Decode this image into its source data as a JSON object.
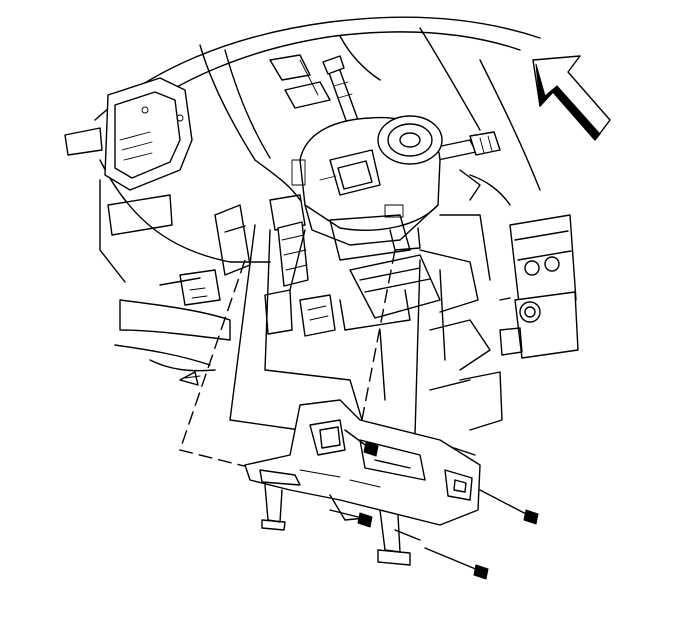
{
  "diagram": {
    "style": "black-and-white technical line illustration",
    "colors": {
      "line": "#000000",
      "background": "#ffffff"
    },
    "components": [
      {
        "id": "instrument-panel-carrier"
      },
      {
        "id": "steering-column-housing"
      },
      {
        "id": "turn-signal-lever-stalk"
      },
      {
        "id": "wiper-lever-stalk"
      },
      {
        "id": "left-side-vent-bezel"
      },
      {
        "id": "center-radio-hvac-stack"
      },
      {
        "id": "knee-bolster-bracket"
      },
      {
        "id": "mounting-bolt-1"
      },
      {
        "id": "mounting-bolt-2"
      },
      {
        "id": "mounting-bolt-3"
      },
      {
        "id": "mounting-bolt-4"
      }
    ],
    "direction_arrow": {
      "icon": "front-direction-arrow-icon",
      "points": "forward"
    }
  }
}
